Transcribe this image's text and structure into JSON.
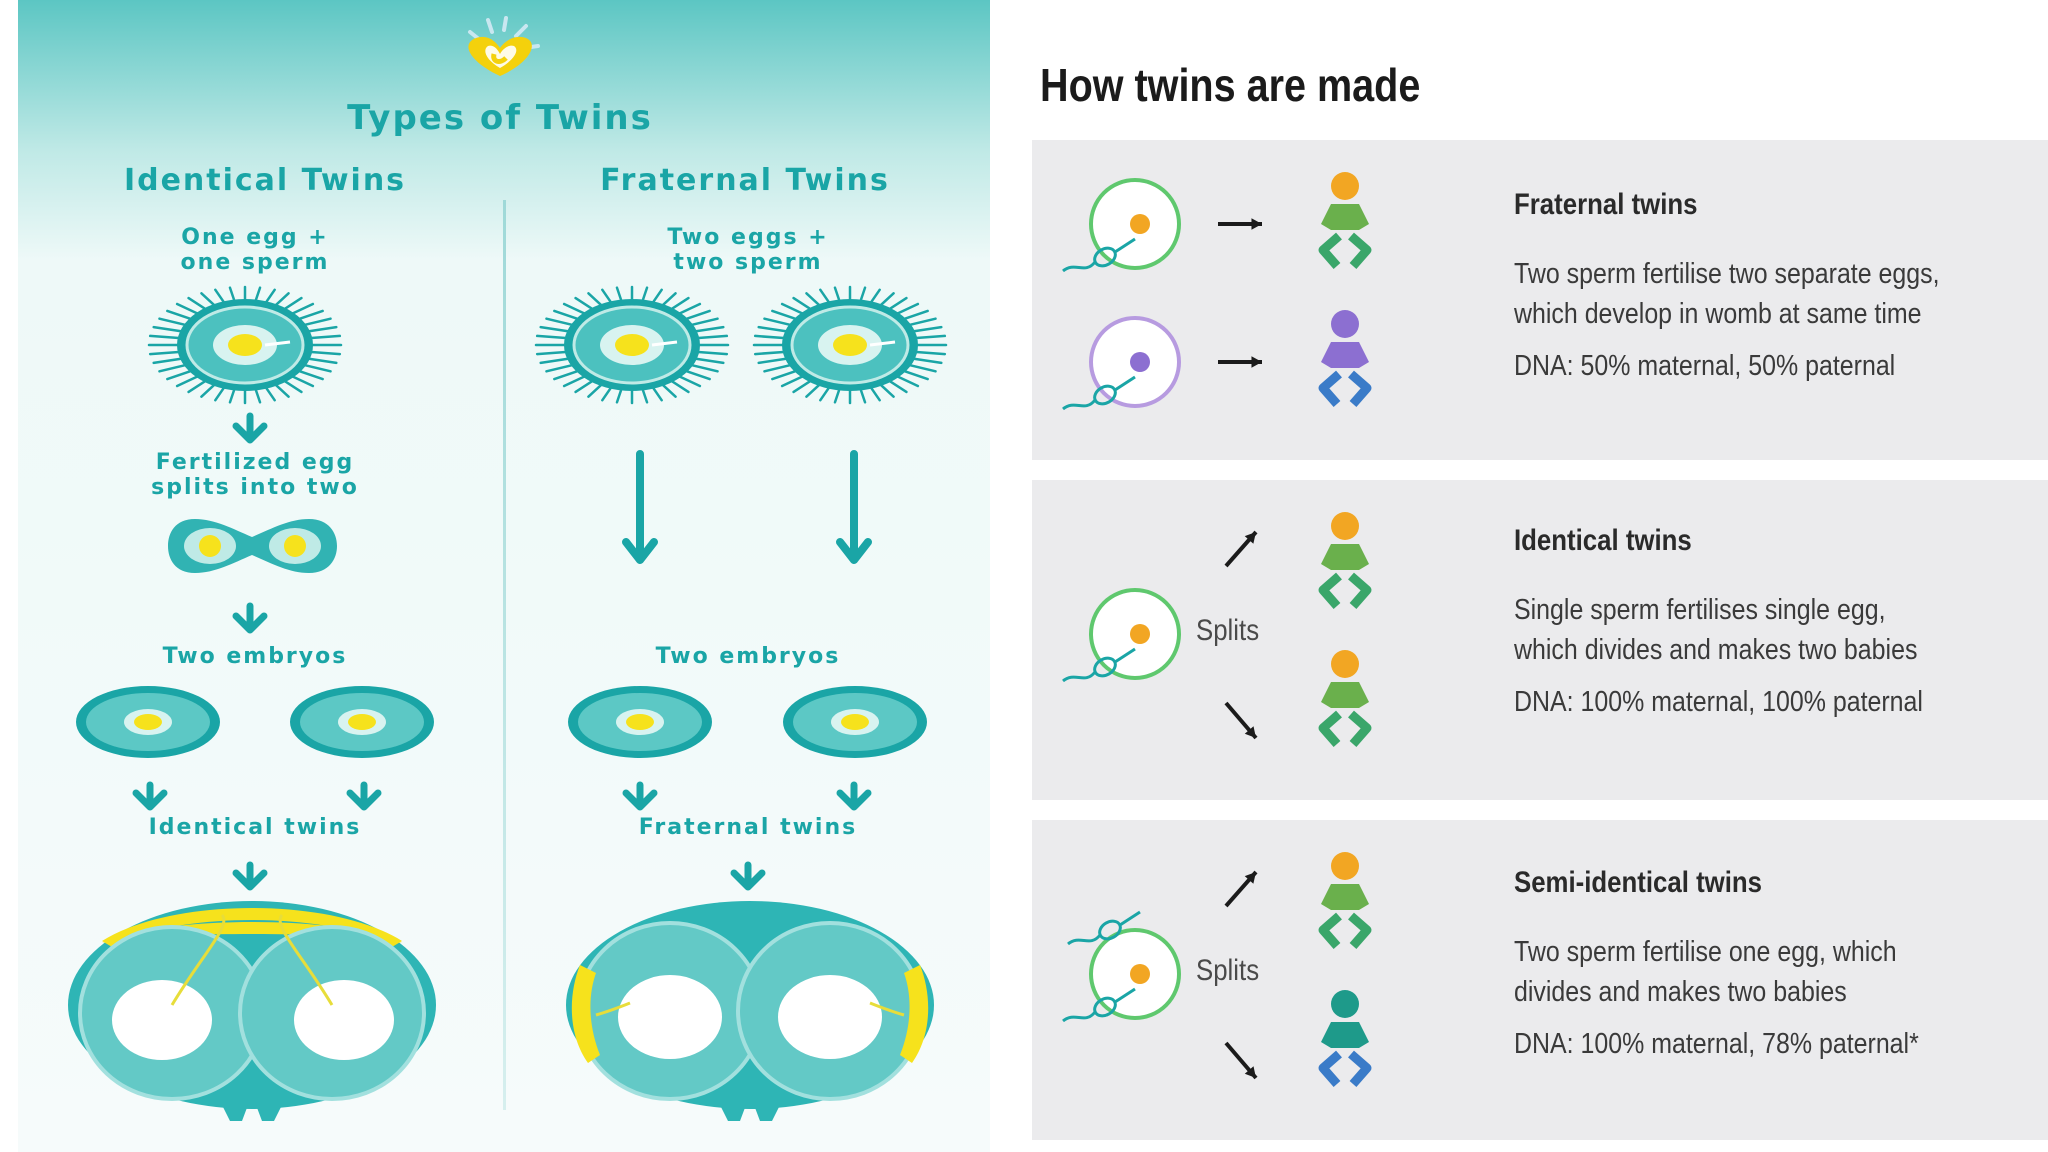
{
  "left": {
    "title": "Types of Twins",
    "identical": {
      "heading": "Identical Twins",
      "origin": "One egg +\none sperm",
      "split": "Fertilized egg\nsplits into two",
      "embryos": "Two embryos",
      "result": "Identical twins"
    },
    "fraternal": {
      "heading": "Fraternal Twins",
      "origin": "Two eggs +\ntwo sperm",
      "embryos": "Two embryos",
      "result": "Fraternal twins"
    }
  },
  "right": {
    "title": "How twins are made",
    "cards": [
      {
        "heading": "Fraternal twins",
        "body": "Two sperm fertilise two separate eggs,\nwhich develop in womb at same time",
        "dna": "DNA: 50% maternal, 50% paternal"
      },
      {
        "heading": "Identical twins",
        "body": "Single sperm fertilises single egg,\nwhich divides and makes two babies",
        "dna": "DNA: 100% maternal, 100% paternal",
        "splits": "Splits"
      },
      {
        "heading": "Semi-identical twins",
        "body": "Two sperm fertilise one egg, which\ndivides and makes two babies",
        "dna": "DNA: 100% maternal, 78% paternal*",
        "splits": "Splits"
      }
    ]
  },
  "colors": {
    "teal": "#1aa5a6",
    "yellow": "#f6e21c",
    "orange": "#f2a623",
    "green_baby": "#6ab04c",
    "purple_baby": "#8c6fd1",
    "blue_baby": "#3a7bc8",
    "teal_baby": "#1e9a8a",
    "card_bg": "#ebebed"
  },
  "icons": [
    "heart-logo-icon",
    "egg-cell-icon",
    "sperm-icon",
    "baby-icon",
    "arrow-icon",
    "womb-icon"
  ]
}
